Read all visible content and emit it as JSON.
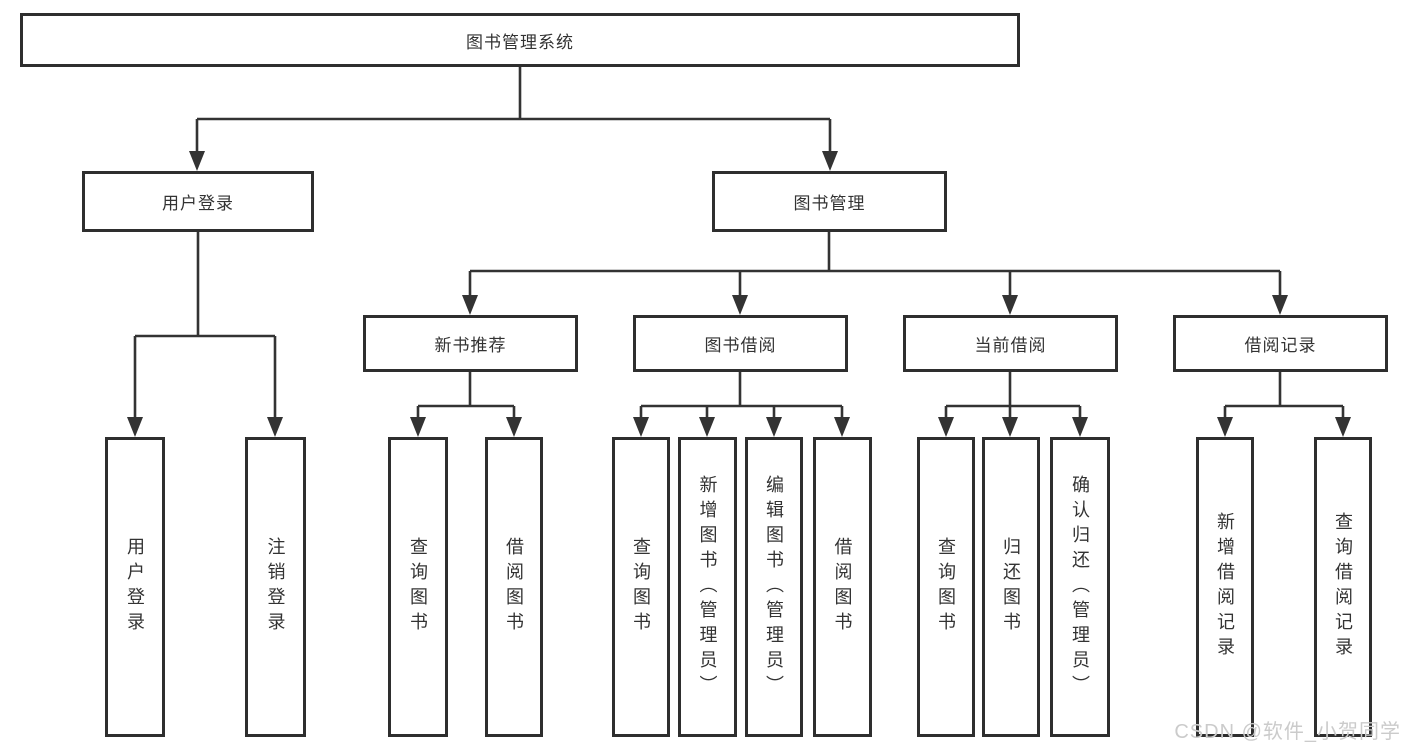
{
  "diagram": {
    "type": "tree",
    "root": {
      "label": "图书管理系统",
      "children": [
        {
          "label": "用户登录",
          "children": [
            {
              "label": "用户登录"
            },
            {
              "label": "注销登录"
            }
          ]
        },
        {
          "label": "图书管理",
          "children": [
            {
              "label": "新书推荐",
              "children": [
                {
                  "label": "查询图书"
                },
                {
                  "label": "借阅图书"
                }
              ]
            },
            {
              "label": "图书借阅",
              "children": [
                {
                  "label": "查询图书"
                },
                {
                  "label": "新增图书（管理员）"
                },
                {
                  "label": "编辑图书（管理员）"
                },
                {
                  "label": "借阅图书"
                }
              ]
            },
            {
              "label": "当前借阅",
              "children": [
                {
                  "label": "查询图书"
                },
                {
                  "label": "归还图书"
                },
                {
                  "label": "确认归还（管理员）"
                }
              ]
            },
            {
              "label": "借阅记录",
              "children": [
                {
                  "label": "新增借阅记录"
                },
                {
                  "label": "查询借阅记录"
                }
              ]
            }
          ]
        }
      ]
    }
  },
  "watermark": {
    "text": "CSDN @软件_小贺同学"
  },
  "colors": {
    "line": "#333333",
    "box_border": "#2e2e2e",
    "text": "#333333",
    "background": "#ffffff",
    "watermark": "#cbcbcb"
  }
}
